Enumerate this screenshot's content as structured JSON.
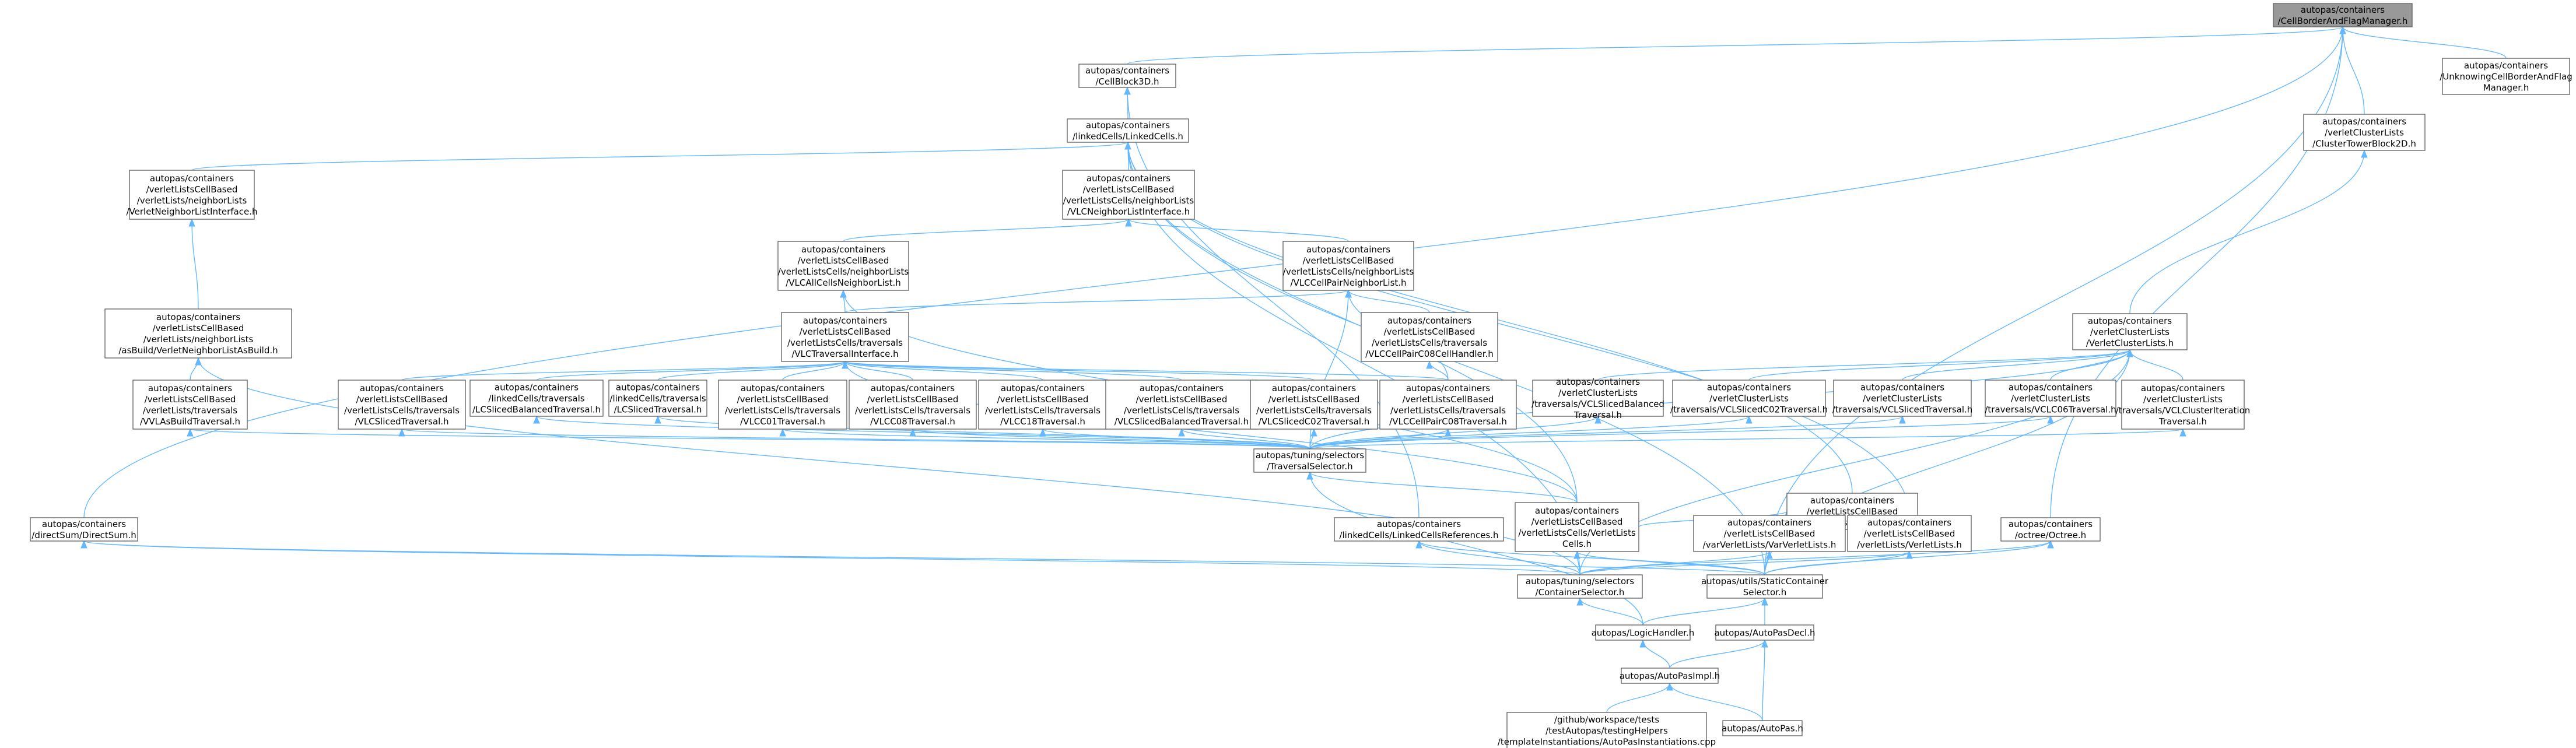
{
  "graph": {
    "root": "n_root",
    "nodes": [
      {
        "id": "n_root",
        "lines": [
          "autopas/containers",
          "/CellBorderAndFlagManager.h"
        ]
      },
      {
        "id": "n_unknowing",
        "lines": [
          "autopas/containers",
          "/UnknowingCellBorderAndFlag",
          "Manager.h"
        ]
      },
      {
        "id": "n_cellblock3d",
        "lines": [
          "autopas/containers",
          "/CellBlock3D.h"
        ]
      },
      {
        "id": "n_clustertower",
        "lines": [
          "autopas/containers",
          "/verletClusterLists",
          "/ClusterTowerBlock2D.h"
        ]
      },
      {
        "id": "n_linkedcells",
        "lines": [
          "autopas/containers",
          "/linkedCells/LinkedCells.h"
        ]
      },
      {
        "id": "n_verletnli",
        "lines": [
          "autopas/containers",
          "/verletListsCellBased",
          "/verletLists/neighborLists",
          "/VerletNeighborListInterface.h"
        ]
      },
      {
        "id": "n_vlcnli",
        "lines": [
          "autopas/containers",
          "/verletListsCellBased",
          "/verletListsCells/neighborLists",
          "/VLCNeighborListInterface.h"
        ]
      },
      {
        "id": "n_vlcallcells",
        "lines": [
          "autopas/containers",
          "/verletListsCellBased",
          "/verletListsCells/neighborLists",
          "/VLCAllCellsNeighborList.h"
        ]
      },
      {
        "id": "n_vlccellpair",
        "lines": [
          "autopas/containers",
          "/verletListsCellBased",
          "/verletListsCells/neighborLists",
          "/VLCCellPairNeighborList.h"
        ]
      },
      {
        "id": "n_asbuild",
        "lines": [
          "autopas/containers",
          "/verletListsCellBased",
          "/verletLists/neighborLists",
          "/asBuild/VerletNeighborListAsBuild.h"
        ]
      },
      {
        "id": "n_vlcti",
        "lines": [
          "autopas/containers",
          "/verletListsCellBased",
          "/verletListsCells/traversals",
          "/VLCTraversalInterface.h"
        ]
      },
      {
        "id": "n_vlccellpairc08h",
        "lines": [
          "autopas/containers",
          "/verletListsCellBased",
          "/verletListsCells/traversals",
          "/VLCCellPairC08CellHandler.h"
        ]
      },
      {
        "id": "n_vlclists",
        "lines": [
          "autopas/containers",
          "/verletClusterLists",
          "/VerletClusterLists.h"
        ]
      },
      {
        "id": "n_vlasbuildtrav",
        "lines": [
          "autopas/containers",
          "/verletListsCellBased",
          "/verletLists/traversals",
          "/VVLAsBuildTraversal.h"
        ]
      },
      {
        "id": "n_vlcsliced",
        "lines": [
          "autopas/containers",
          "/verletListsCellBased",
          "/verletListsCells/traversals",
          "/VLCSlicedTraversal.h"
        ]
      },
      {
        "id": "n_lcslicedbal",
        "lines": [
          "autopas/containers",
          "/linkedCells/traversals",
          "/LCSlicedBalancedTraversal.h"
        ]
      },
      {
        "id": "n_lcsliced",
        "lines": [
          "autopas/containers",
          "/linkedCells/traversals",
          "/LCSlicedTraversal.h"
        ]
      },
      {
        "id": "n_vlcc01",
        "lines": [
          "autopas/containers",
          "/verletListsCellBased",
          "/verletListsCells/traversals",
          "/VLCC01Traversal.h"
        ]
      },
      {
        "id": "n_vlcc08",
        "lines": [
          "autopas/containers",
          "/verletListsCellBased",
          "/verletListsCells/traversals",
          "/VLCC08Traversal.h"
        ]
      },
      {
        "id": "n_vlcc18",
        "lines": [
          "autopas/containers",
          "/verletListsCellBased",
          "/verletListsCells/traversals",
          "/VLCC18Traversal.h"
        ]
      },
      {
        "id": "n_vlcslicedbal",
        "lines": [
          "autopas/containers",
          "/verletListsCellBased",
          "/verletListsCells/traversals",
          "/VLCSlicedBalancedTraversal.h"
        ]
      },
      {
        "id": "n_vlcslicedc02",
        "lines": [
          "autopas/containers",
          "/verletListsCellBased",
          "/verletListsCells/traversals",
          "/VLCSlicedC02Traversal.h"
        ]
      },
      {
        "id": "n_vlccellpairc08",
        "lines": [
          "autopas/containers",
          "/verletListsCellBased",
          "/verletListsCells/traversals",
          "/VLCCellPairC08Traversal.h"
        ]
      },
      {
        "id": "n_vclslicedbal",
        "lines": [
          "autopas/containers",
          "/verletClusterLists",
          "/traversals/VCLSlicedBalanced",
          "Traversal.h"
        ]
      },
      {
        "id": "n_vclslicedc02",
        "lines": [
          "autopas/containers",
          "/verletClusterLists",
          "/traversals/VCLSlicedC02Traversal.h"
        ]
      },
      {
        "id": "n_vclsliced",
        "lines": [
          "autopas/containers",
          "/verletClusterLists",
          "/traversals/VCLSlicedTraversal.h"
        ]
      },
      {
        "id": "n_vclc06",
        "lines": [
          "autopas/containers",
          "/verletClusterLists",
          "/traversals/VCLC06Traversal.h"
        ]
      },
      {
        "id": "n_vclclusteriter",
        "lines": [
          "autopas/containers",
          "/verletClusterLists",
          "/traversals/VCLClusterIteration",
          "Traversal.h"
        ]
      },
      {
        "id": "n_trav_selector",
        "lines": [
          "autopas/tuning/selectors",
          "/TraversalSelector.h"
        ]
      },
      {
        "id": "n_vllinkedbase",
        "lines": [
          "autopas/containers",
          "/verletListsCellBased",
          "/VerletListsLinkedBase.h"
        ]
      },
      {
        "id": "n_directsum",
        "lines": [
          "autopas/containers",
          "/directSum/DirectSum.h"
        ]
      },
      {
        "id": "n_lcrefs",
        "lines": [
          "autopas/containers",
          "/linkedCells/LinkedCellsReferences.h"
        ]
      },
      {
        "id": "n_vlcells",
        "lines": [
          "autopas/containers",
          "/verletListsCellBased",
          "/verletListsCells/VerletLists",
          "Cells.h"
        ]
      },
      {
        "id": "n_varverlet",
        "lines": [
          "autopas/containers",
          "/verletListsCellBased",
          "/varVerletLists/VarVerletLists.h"
        ]
      },
      {
        "id": "n_verletlists",
        "lines": [
          "autopas/containers",
          "/verletListsCellBased",
          "/verletLists/VerletLists.h"
        ]
      },
      {
        "id": "n_octree",
        "lines": [
          "autopas/containers",
          "/octree/Octree.h"
        ]
      },
      {
        "id": "n_cont_selector",
        "lines": [
          "autopas/tuning/selectors",
          "/ContainerSelector.h"
        ]
      },
      {
        "id": "n_static",
        "lines": [
          "autopas/utils/StaticContainer",
          "Selector.h"
        ]
      },
      {
        "id": "n_logic",
        "lines": [
          "autopas/LogicHandler.h"
        ]
      },
      {
        "id": "n_decl",
        "lines": [
          "autopas/AutoPasDecl.h"
        ]
      },
      {
        "id": "n_impl",
        "lines": [
          "autopas/AutoPasImpl.h"
        ]
      },
      {
        "id": "n_templ",
        "lines": [
          "/github/workspace/tests",
          "/testAutopas/testingHelpers",
          "/templateInstantiations/AutoPasInstantiations.cpp"
        ]
      },
      {
        "id": "n_autopas",
        "lines": [
          "autopas/AutoPas.h"
        ]
      }
    ],
    "edges": [
      [
        "n_unknowing",
        "n_root"
      ],
      [
        "n_cellblock3d",
        "n_root"
      ],
      [
        "n_clustertower",
        "n_root"
      ],
      [
        "n_directsum",
        "n_root"
      ],
      [
        "n_octree",
        "n_root"
      ],
      [
        "n_static",
        "n_root"
      ],
      [
        "n_linkedcells",
        "n_cellblock3d"
      ],
      [
        "n_lcrefs",
        "n_cellblock3d"
      ],
      [
        "n_vlclists",
        "n_clustertower"
      ],
      [
        "n_verletnli",
        "n_linkedcells"
      ],
      [
        "n_vlcnli",
        "n_linkedcells"
      ],
      [
        "n_vlcells",
        "n_linkedcells"
      ],
      [
        "n_cont_selector",
        "n_linkedcells"
      ],
      [
        "n_vllinkedbase",
        "n_linkedcells"
      ],
      [
        "n_verletlists",
        "n_linkedcells"
      ],
      [
        "n_static",
        "n_linkedcells"
      ],
      [
        "n_asbuild",
        "n_verletnli"
      ],
      [
        "n_vlcallcells",
        "n_vlcnli"
      ],
      [
        "n_vlccellpair",
        "n_vlcnli"
      ],
      [
        "n_vlcti",
        "n_vlcallcells"
      ],
      [
        "n_vlcells",
        "n_vlcallcells"
      ],
      [
        "n_vlcti",
        "n_vlccellpair"
      ],
      [
        "n_vlccellpairc08h",
        "n_vlccellpair"
      ],
      [
        "n_vlccellpairc08",
        "n_vlccellpair"
      ],
      [
        "n_trav_selector",
        "n_vlccellpair"
      ],
      [
        "n_vlasbuildtrav",
        "n_asbuild"
      ],
      [
        "n_cont_selector",
        "n_asbuild"
      ],
      [
        "n_vlcsliced",
        "n_vlcti"
      ],
      [
        "n_lcslicedbal",
        "n_vlcti"
      ],
      [
        "n_lcsliced",
        "n_vlcti"
      ],
      [
        "n_vlcc01",
        "n_vlcti"
      ],
      [
        "n_vlcc08",
        "n_vlcti"
      ],
      [
        "n_vlcc18",
        "n_vlcti"
      ],
      [
        "n_vlcslicedbal",
        "n_vlcti"
      ],
      [
        "n_vlcslicedc02",
        "n_vlcti"
      ],
      [
        "n_vlccellpairc08",
        "n_vlcti"
      ],
      [
        "n_vlcells",
        "n_vlcti"
      ],
      [
        "n_vlccellpairc08",
        "n_vlccellpairc08h"
      ],
      [
        "n_vclslicedbal",
        "n_vlclists"
      ],
      [
        "n_vclslicedc02",
        "n_vlclists"
      ],
      [
        "n_vclsliced",
        "n_vlclists"
      ],
      [
        "n_vclc06",
        "n_vlclists"
      ],
      [
        "n_vclclusteriter",
        "n_vlclists"
      ],
      [
        "n_trav_selector",
        "n_vlclists"
      ],
      [
        "n_cont_selector",
        "n_vlclists"
      ],
      [
        "n_static",
        "n_vlclists"
      ],
      [
        "n_trav_selector",
        "n_vlasbuildtrav"
      ],
      [
        "n_trav_selector",
        "n_vlcsliced"
      ],
      [
        "n_trav_selector",
        "n_lcslicedbal"
      ],
      [
        "n_trav_selector",
        "n_lcsliced"
      ],
      [
        "n_trav_selector",
        "n_vlcc01"
      ],
      [
        "n_trav_selector",
        "n_vlcc08"
      ],
      [
        "n_trav_selector",
        "n_vlcc18"
      ],
      [
        "n_trav_selector",
        "n_vlcslicedbal"
      ],
      [
        "n_trav_selector",
        "n_vlcslicedc02"
      ],
      [
        "n_trav_selector",
        "n_vlccellpairc08"
      ],
      [
        "n_trav_selector",
        "n_vclslicedbal"
      ],
      [
        "n_trav_selector",
        "n_vclslicedc02"
      ],
      [
        "n_trav_selector",
        "n_vclsliced"
      ],
      [
        "n_trav_selector",
        "n_vclc06"
      ],
      [
        "n_trav_selector",
        "n_vclclusteriter"
      ],
      [
        "n_vlcells",
        "n_trav_selector"
      ],
      [
        "n_logic",
        "n_trav_selector"
      ],
      [
        "n_vlcells",
        "n_vllinkedbase"
      ],
      [
        "n_varverlet",
        "n_vllinkedbase"
      ],
      [
        "n_verletlists",
        "n_vllinkedbase"
      ],
      [
        "n_cont_selector",
        "n_directsum"
      ],
      [
        "n_static",
        "n_directsum"
      ],
      [
        "n_cont_selector",
        "n_lcrefs"
      ],
      [
        "n_static",
        "n_lcrefs"
      ],
      [
        "n_cont_selector",
        "n_vlcells"
      ],
      [
        "n_static",
        "n_vlcells"
      ],
      [
        "n_cont_selector",
        "n_varverlet"
      ],
      [
        "n_static",
        "n_varverlet"
      ],
      [
        "n_cont_selector",
        "n_verletlists"
      ],
      [
        "n_static",
        "n_verletlists"
      ],
      [
        "n_cont_selector",
        "n_octree"
      ],
      [
        "n_static",
        "n_octree"
      ],
      [
        "n_logic",
        "n_cont_selector"
      ],
      [
        "n_logic",
        "n_static"
      ],
      [
        "n_decl",
        "n_static"
      ],
      [
        "n_impl",
        "n_logic"
      ],
      [
        "n_impl",
        "n_decl"
      ],
      [
        "n_autopas",
        "n_decl"
      ],
      [
        "n_templ",
        "n_impl"
      ],
      [
        "n_autopas",
        "n_impl"
      ]
    ]
  }
}
